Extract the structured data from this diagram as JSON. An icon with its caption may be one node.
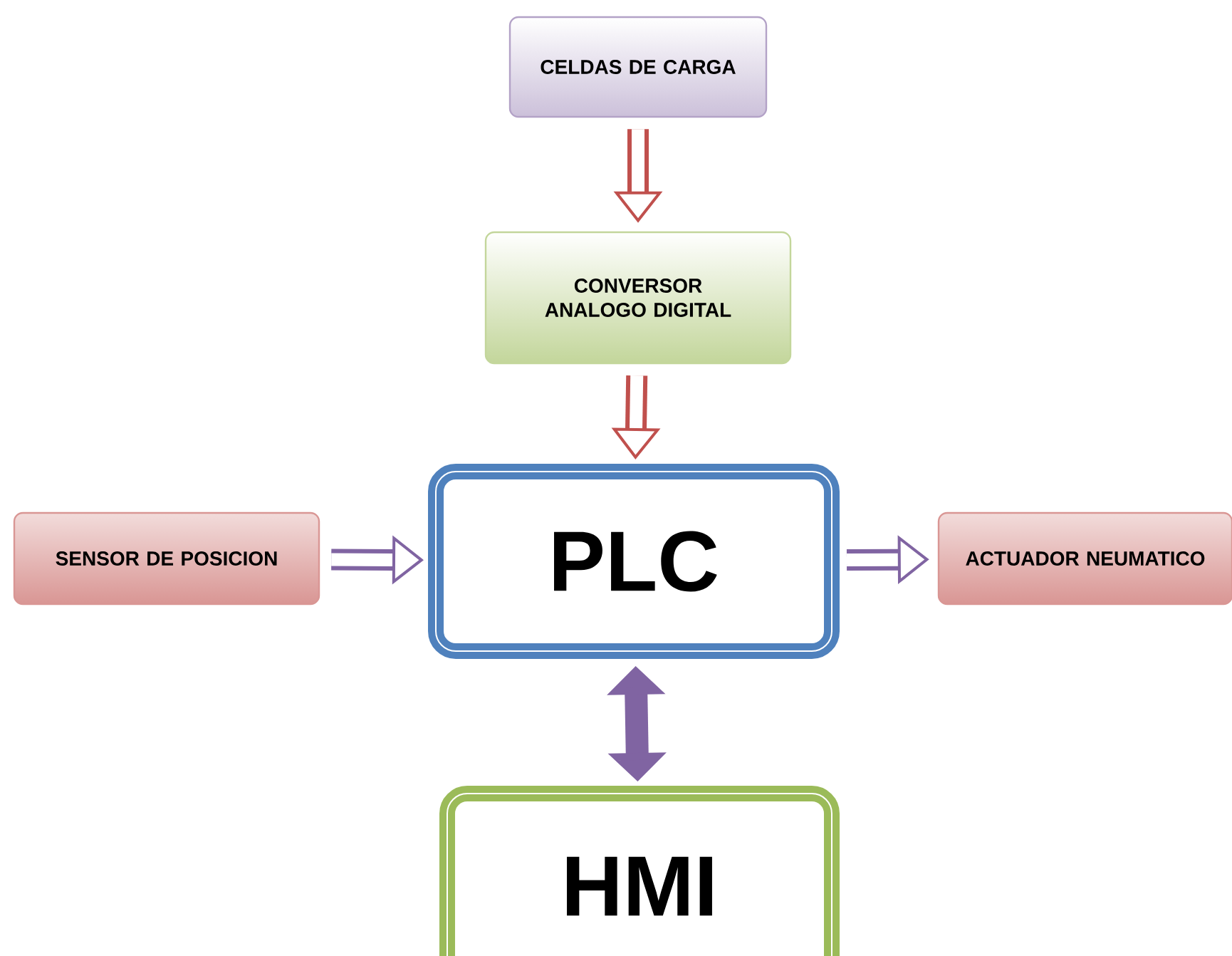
{
  "diagram": {
    "nodes": [
      {
        "text": [
          "CELDAS DE CARGA"
        ]
      },
      {
        "text": [
          "CONVERSOR ANALOGO DIGITAL"
        ]
      },
      {
        "text": [
          "PLC"
        ]
      },
      {
        "text": [
          "SENSOR DE POSICION"
        ]
      },
      {
        "text": [
          "ACTUADOR NEUMATICO"
        ]
      },
      {
        "text": [
          "HMI"
        ]
      }
    ],
    "edges": [
      {
        "from": 0,
        "to": 1,
        "arrow": "to",
        "color": "#c0504d"
      },
      {
        "from": 1,
        "to": 2,
        "arrow": "to",
        "color": "#c0504d"
      },
      {
        "from": 3,
        "to": 2,
        "arrow": "to"
      },
      {
        "from": 2,
        "to": 4,
        "arrow": "to"
      },
      {
        "from": 2,
        "to": 5,
        "arrow": "both"
      }
    ]
  }
}
